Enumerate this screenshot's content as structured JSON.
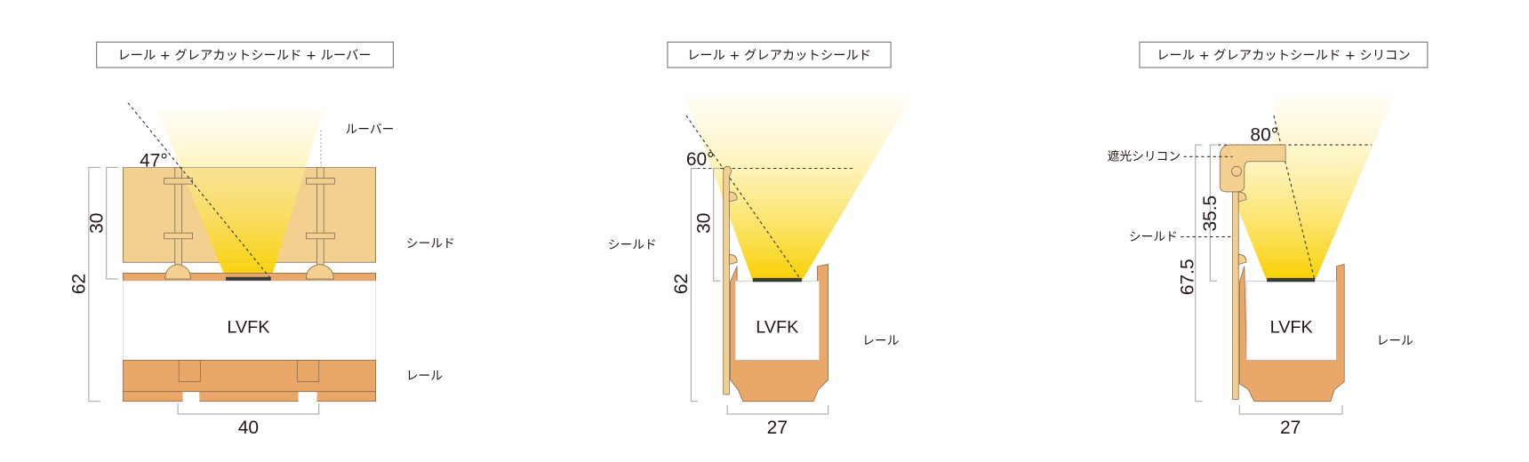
{
  "panels": [
    {
      "title": "レール + グレアカットシールド + ルーバー",
      "product": "LVFK",
      "angle": "47°",
      "dims": {
        "shield_height": "30",
        "total_height": "62",
        "width": "40"
      },
      "callouts": {
        "louver": "ルーバー",
        "shield": "シールド",
        "rail": "レール"
      }
    },
    {
      "title": "レール + グレアカットシールド",
      "product": "LVFK",
      "angle": "60°",
      "dims": {
        "shield_height": "30",
        "total_height": "62",
        "width": "27"
      },
      "callouts": {
        "shield": "シールド",
        "rail": "レール"
      }
    },
    {
      "title": "レール + グレアカットシールド + シリコン",
      "product": "LVFK",
      "angle": "80°",
      "dims": {
        "shield_height": "35.5",
        "total_height": "67.5",
        "width": "27"
      },
      "callouts": {
        "silicone": "遮光シリコン",
        "shield": "シールド",
        "rail": "レール"
      }
    }
  ],
  "colors": {
    "light_top": "#fffbe6",
    "light_bottom": "#f9d000",
    "rail": "#e9a76a",
    "shield": "#f3d08f"
  }
}
